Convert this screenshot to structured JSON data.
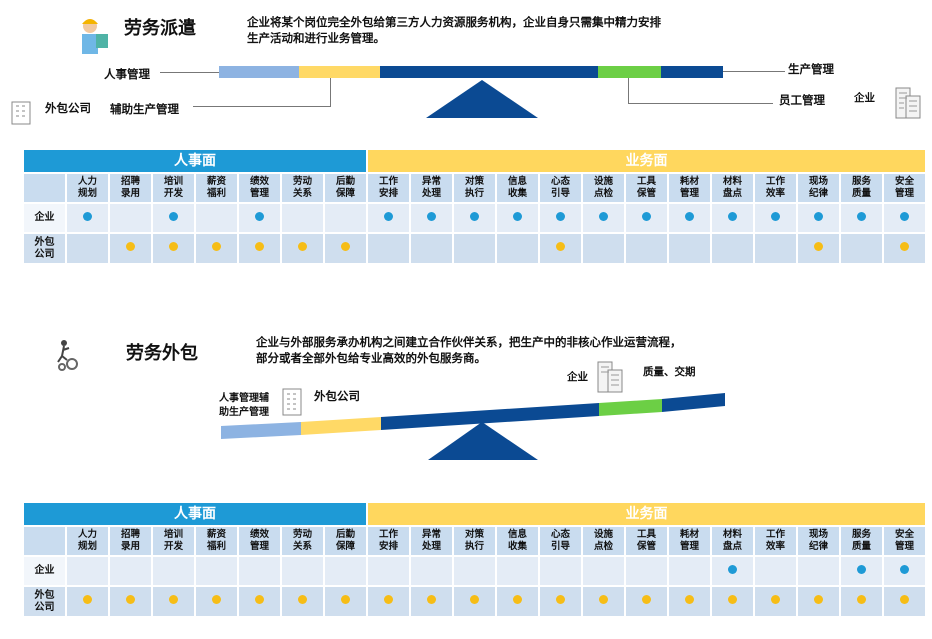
{
  "section1": {
    "title": "劳务派遣",
    "description_lines": [
      "企业将某个岗位完全外包给第三方人力资源服务机构，企业自身只需集中精力安排",
      "生产活动和进行业务管理。"
    ],
    "labels": {
      "hr_mgmt": "人事管理",
      "outsourcer": "外包公司",
      "aux_prod": "辅助生产管理",
      "prod_mgmt": "生产管理",
      "staff_mgmt": "员工管理",
      "enterprise": "企业"
    }
  },
  "section2": {
    "title": "劳务外包",
    "description_lines": [
      "企业与外部服务承办机构之间建立合作伙伴关系，把生产中的非核心作业运营流程，",
      "部分或者全部外包给专业高效的外包服务商。"
    ],
    "labels": {
      "hr_aux_line1": "人事管理辅",
      "hr_aux_line2": "助生产管理",
      "outsourcer": "外包公司",
      "enterprise": "企业",
      "quality": "质量、交期"
    }
  },
  "colors": {
    "light_blue": "#8db3e2",
    "yellow": "#ffd966",
    "dark_blue": "#0b4a93",
    "green": "#6ccf45",
    "hr_header": "#1e9ad6",
    "biz_header": "#ffd75e",
    "dot_enterprise": "#1e9ad6",
    "dot_outsourcer": "#f6bd16"
  },
  "table": {
    "hr_header": "人事面",
    "biz_header": "业务面",
    "hr_count": 7,
    "columns": [
      [
        "人力",
        "规划"
      ],
      [
        "招聘",
        "录用"
      ],
      [
        "培训",
        "开发"
      ],
      [
        "薪资",
        "福利"
      ],
      [
        "绩效",
        "管理"
      ],
      [
        "劳动",
        "关系"
      ],
      [
        "后勤",
        "保障"
      ],
      [
        "工作",
        "安排"
      ],
      [
        "异常",
        "处理"
      ],
      [
        "对策",
        "执行"
      ],
      [
        "信息",
        "收集"
      ],
      [
        "心态",
        "引导"
      ],
      [
        "设施",
        "点检"
      ],
      [
        "工具",
        "保管"
      ],
      [
        "耗材",
        "管理"
      ],
      [
        "材料",
        "盘点"
      ],
      [
        "工作",
        "效率"
      ],
      [
        "现场",
        "纪律"
      ],
      [
        "服务",
        "质量"
      ],
      [
        "安全",
        "管理"
      ]
    ],
    "row_labels": {
      "enterprise": "企业",
      "outsourcer_line1": "外包",
      "outsourcer_line2": "公司"
    }
  },
  "tables": [
    {
      "enterprise": [
        1,
        0,
        1,
        0,
        1,
        0,
        0,
        1,
        1,
        1,
        1,
        1,
        1,
        1,
        1,
        1,
        1,
        1,
        1,
        1
      ],
      "outsourcer": [
        0,
        1,
        1,
        1,
        1,
        1,
        1,
        0,
        0,
        0,
        0,
        1,
        0,
        0,
        0,
        0,
        0,
        1,
        0,
        1
      ]
    },
    {
      "enterprise": [
        0,
        0,
        0,
        0,
        0,
        0,
        0,
        0,
        0,
        0,
        0,
        0,
        0,
        0,
        0,
        1,
        0,
        0,
        1,
        1
      ],
      "outsourcer": [
        1,
        1,
        1,
        1,
        1,
        1,
        1,
        1,
        1,
        1,
        1,
        1,
        1,
        1,
        1,
        1,
        1,
        1,
        1,
        1
      ]
    }
  ]
}
